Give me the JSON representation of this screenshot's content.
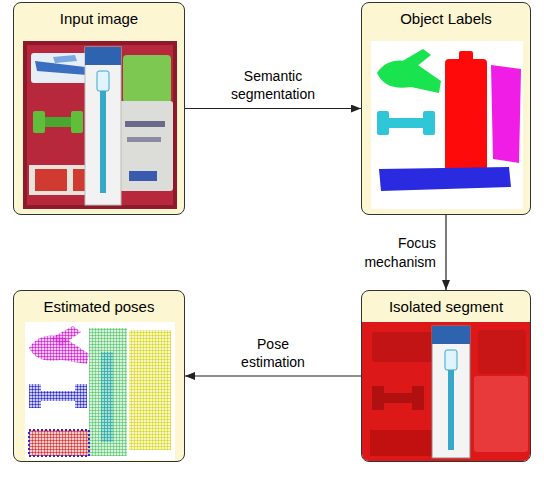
{
  "diagram": {
    "nodes": [
      {
        "text": [
          "Input image"
        ]
      },
      {
        "text": [
          "Object Labels"
        ]
      },
      {
        "text": [
          "Estimated poses"
        ]
      },
      {
        "text": [
          "Isolated segment"
        ]
      }
    ],
    "edges": [
      {
        "from": 0,
        "to": 1,
        "arrow": "to",
        "label": "Semantic segmentation"
      },
      {
        "from": 1,
        "to": 3,
        "arrow": "to",
        "label": "Focus mechanism"
      },
      {
        "from": 3,
        "to": 2,
        "arrow": "to",
        "label": "Pose estimation"
      }
    ]
  }
}
